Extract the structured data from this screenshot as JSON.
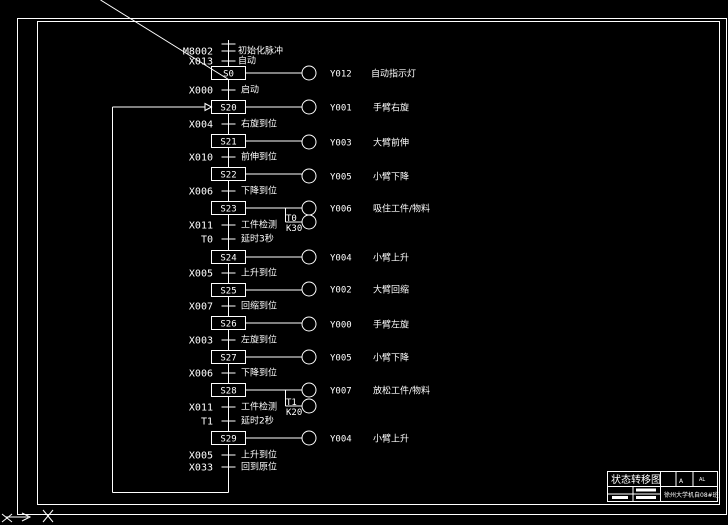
{
  "diagram": {
    "init_contacts": [
      "M8002",
      "X013"
    ],
    "init_notes": [
      "初始化脉冲",
      "自动"
    ],
    "initial_state": {
      "id": "S0",
      "output": "Y012",
      "output_label": "自动指示灯"
    },
    "start_transition": {
      "contact": "X000",
      "note": "启动"
    },
    "states": [
      {
        "id": "S20",
        "outputs": [
          {
            "coil": "Y001",
            "label": "手臂右旋"
          }
        ],
        "transitions": [
          {
            "contact": "X004",
            "note": "右旋到位"
          }
        ]
      },
      {
        "id": "S21",
        "outputs": [
          {
            "coil": "Y003",
            "label": "大臂前伸"
          }
        ],
        "transitions": [
          {
            "contact": "X010",
            "note": "前伸到位"
          }
        ]
      },
      {
        "id": "S22",
        "outputs": [
          {
            "coil": "Y005",
            "label": "小臂下降"
          }
        ],
        "transitions": [
          {
            "contact": "X006",
            "note": "下降到位"
          }
        ]
      },
      {
        "id": "S23",
        "outputs": [
          {
            "coil": "Y006",
            "label": "吸住工件/物料"
          },
          {
            "coil": "T0",
            "label": "",
            "param": "K30"
          }
        ],
        "transitions": [
          {
            "contact": "X011",
            "note": "工件检测"
          },
          {
            "contact": "T0",
            "note": "延时3秒"
          }
        ]
      },
      {
        "id": "S24",
        "outputs": [
          {
            "coil": "Y004",
            "label": "小臂上升"
          }
        ],
        "transitions": [
          {
            "contact": "X005",
            "note": "上升到位"
          }
        ]
      },
      {
        "id": "S25",
        "outputs": [
          {
            "coil": "Y002",
            "label": "大臂回缩"
          }
        ],
        "transitions": [
          {
            "contact": "X007",
            "note": "回缩到位"
          }
        ]
      },
      {
        "id": "S26",
        "outputs": [
          {
            "coil": "Y000",
            "label": "手臂左旋"
          }
        ],
        "transitions": [
          {
            "contact": "X003",
            "note": "左旋到位"
          }
        ]
      },
      {
        "id": "S27",
        "outputs": [
          {
            "coil": "Y005",
            "label": "小臂下降"
          }
        ],
        "transitions": [
          {
            "contact": "X006",
            "note": "下降到位"
          }
        ]
      },
      {
        "id": "S28",
        "outputs": [
          {
            "coil": "Y007",
            "label": "放松工件/物料"
          },
          {
            "coil": "T1",
            "label": "",
            "param": "K20"
          }
        ],
        "transitions": [
          {
            "contact": "X011",
            "note": "工件检测"
          },
          {
            "contact": "T1",
            "note": "延时2秒"
          }
        ]
      },
      {
        "id": "S29",
        "outputs": [
          {
            "coil": "Y004",
            "label": "小臂上升"
          }
        ],
        "transitions": [
          {
            "contact": "X005",
            "note": "上升到位"
          },
          {
            "contact": "X033",
            "note": "回到原位"
          }
        ]
      }
    ]
  },
  "title_block": {
    "title": "状态转移图",
    "code": "AL",
    "marker": "A",
    "school": "徐州大学机自08#班"
  }
}
